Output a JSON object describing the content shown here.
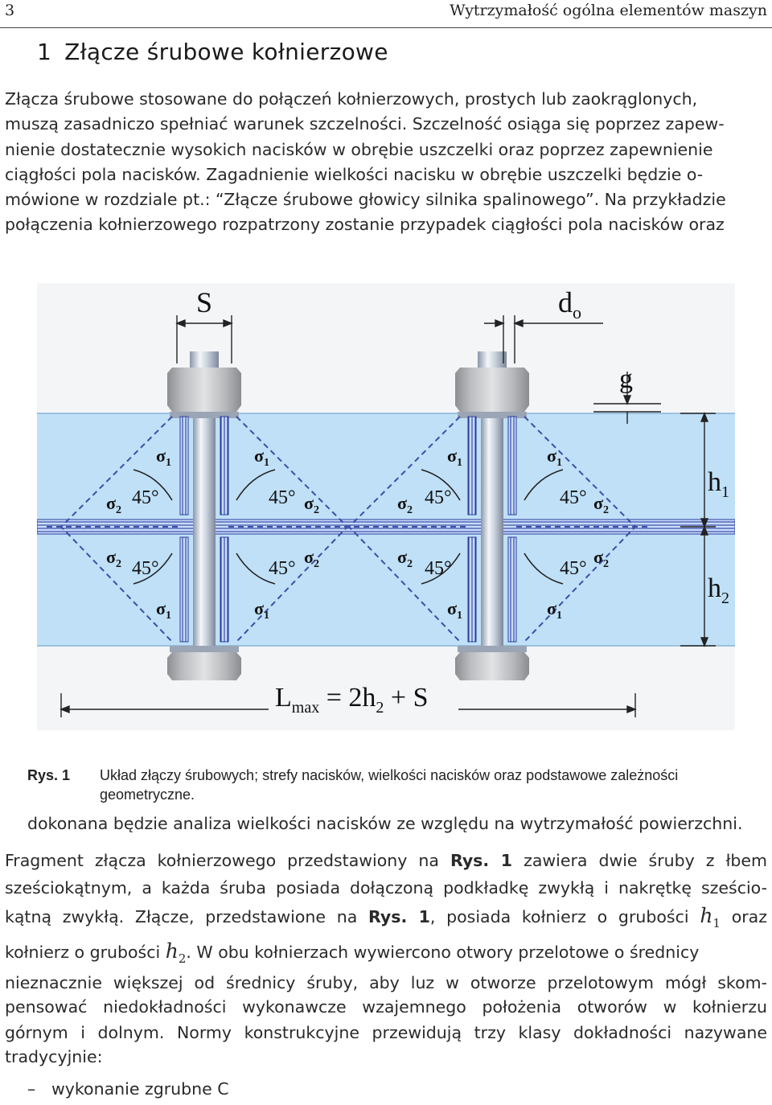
{
  "header": {
    "page_number": "3",
    "running_title": "Wytrzymałość ogólna elementów maszyn"
  },
  "section": {
    "number": "1",
    "title": "Złącze śrubowe kołnierzowe"
  },
  "intro_lines": [
    "Złącza śrubowe stosowane do połączeń kołnierzowych, prostych lub zaokrąglonych,",
    "muszą zasadniczo spełniać warunek szczelności. Szczelność osiąga się poprzez zapew-",
    "nienie dostatecznie wysokich nacisków w obrębie uszczelki oraz poprzez zapewnienie",
    "ciągłości pola nacisków. Zagadnienie wielkości nacisku w obrębie uszczelki będzie o-",
    "mówione w rozdziale pt.: “Złącze śrubowe głowicy silnika spalinowego”. Na przykładzie",
    "połączenia kołnierzowego rozpatrzony zostanie przypadek ciągłości pola nacisków oraz"
  ],
  "figure": {
    "label_S": "S",
    "label_d": "d",
    "label_d_sub": "o",
    "label_g": "g",
    "label_h1": "h",
    "label_h1_sub": "1",
    "label_h2": "h",
    "label_h2_sub": "2",
    "sigma": "σ",
    "sigma1_sub": "1",
    "sigma2_sub": "2",
    "angle": "45°",
    "formula_L": "L",
    "formula_L_sub": "max",
    "formula_eq": " = 2h",
    "formula_h_sub": "2",
    "formula_rest": " + S",
    "colors": {
      "flange": "#bfe0f7",
      "bolt": "#cfd8e2",
      "nut": "#a9abae",
      "dashed": "#3b4fa8",
      "hatch": "#2b3c98"
    }
  },
  "caption": {
    "label": "Rys. 1",
    "text": "Układ złączy śrubowych; strefy nacisków, wielkości nacisków oraz podstawowe zależności geometryczne."
  },
  "para2": "dokonana będzie analiza wielkości nacisków ze względu na wytrzymałość powierzchni.",
  "para3": {
    "l1a": "Fragment złącza kołnierzowego przedstawiony na ",
    "ref1": "Rys. 1",
    "l1b": " zawiera dwie śruby z łbem",
    "l2": "sześciokątnym, a każda śruba posiada dołączoną podkładkę zwykłą i nakrętkę sześcio-",
    "l3a": "kątną zwykłą. Złącze, przedstawione na ",
    "ref2": "Rys. 1",
    "l3b": ", posiada kołnierz o grubości ",
    "h": "h",
    "h1_sub": "1",
    "l3c": " oraz",
    "l4a": "kołnierz o grubości ",
    "h2_sub": "2",
    "l4b": ". W obu kołnierzach wywiercono otwory przelotowe o średnicy",
    "l5": "nieznacznie większej od średnicy śruby, aby luz w otworze przelotowym mógł skom-",
    "l6": "pensować niedokładności wykonawcze wzajemnego położenia otworów w kołnierzu",
    "l7": "górnym i dolnym. Normy konstrukcyjne przewidują trzy klasy dokładności nazywane",
    "l8": "tradycyjnie:"
  },
  "bullet": {
    "dash": "–",
    "text": "wykonanie zgrubne C"
  }
}
